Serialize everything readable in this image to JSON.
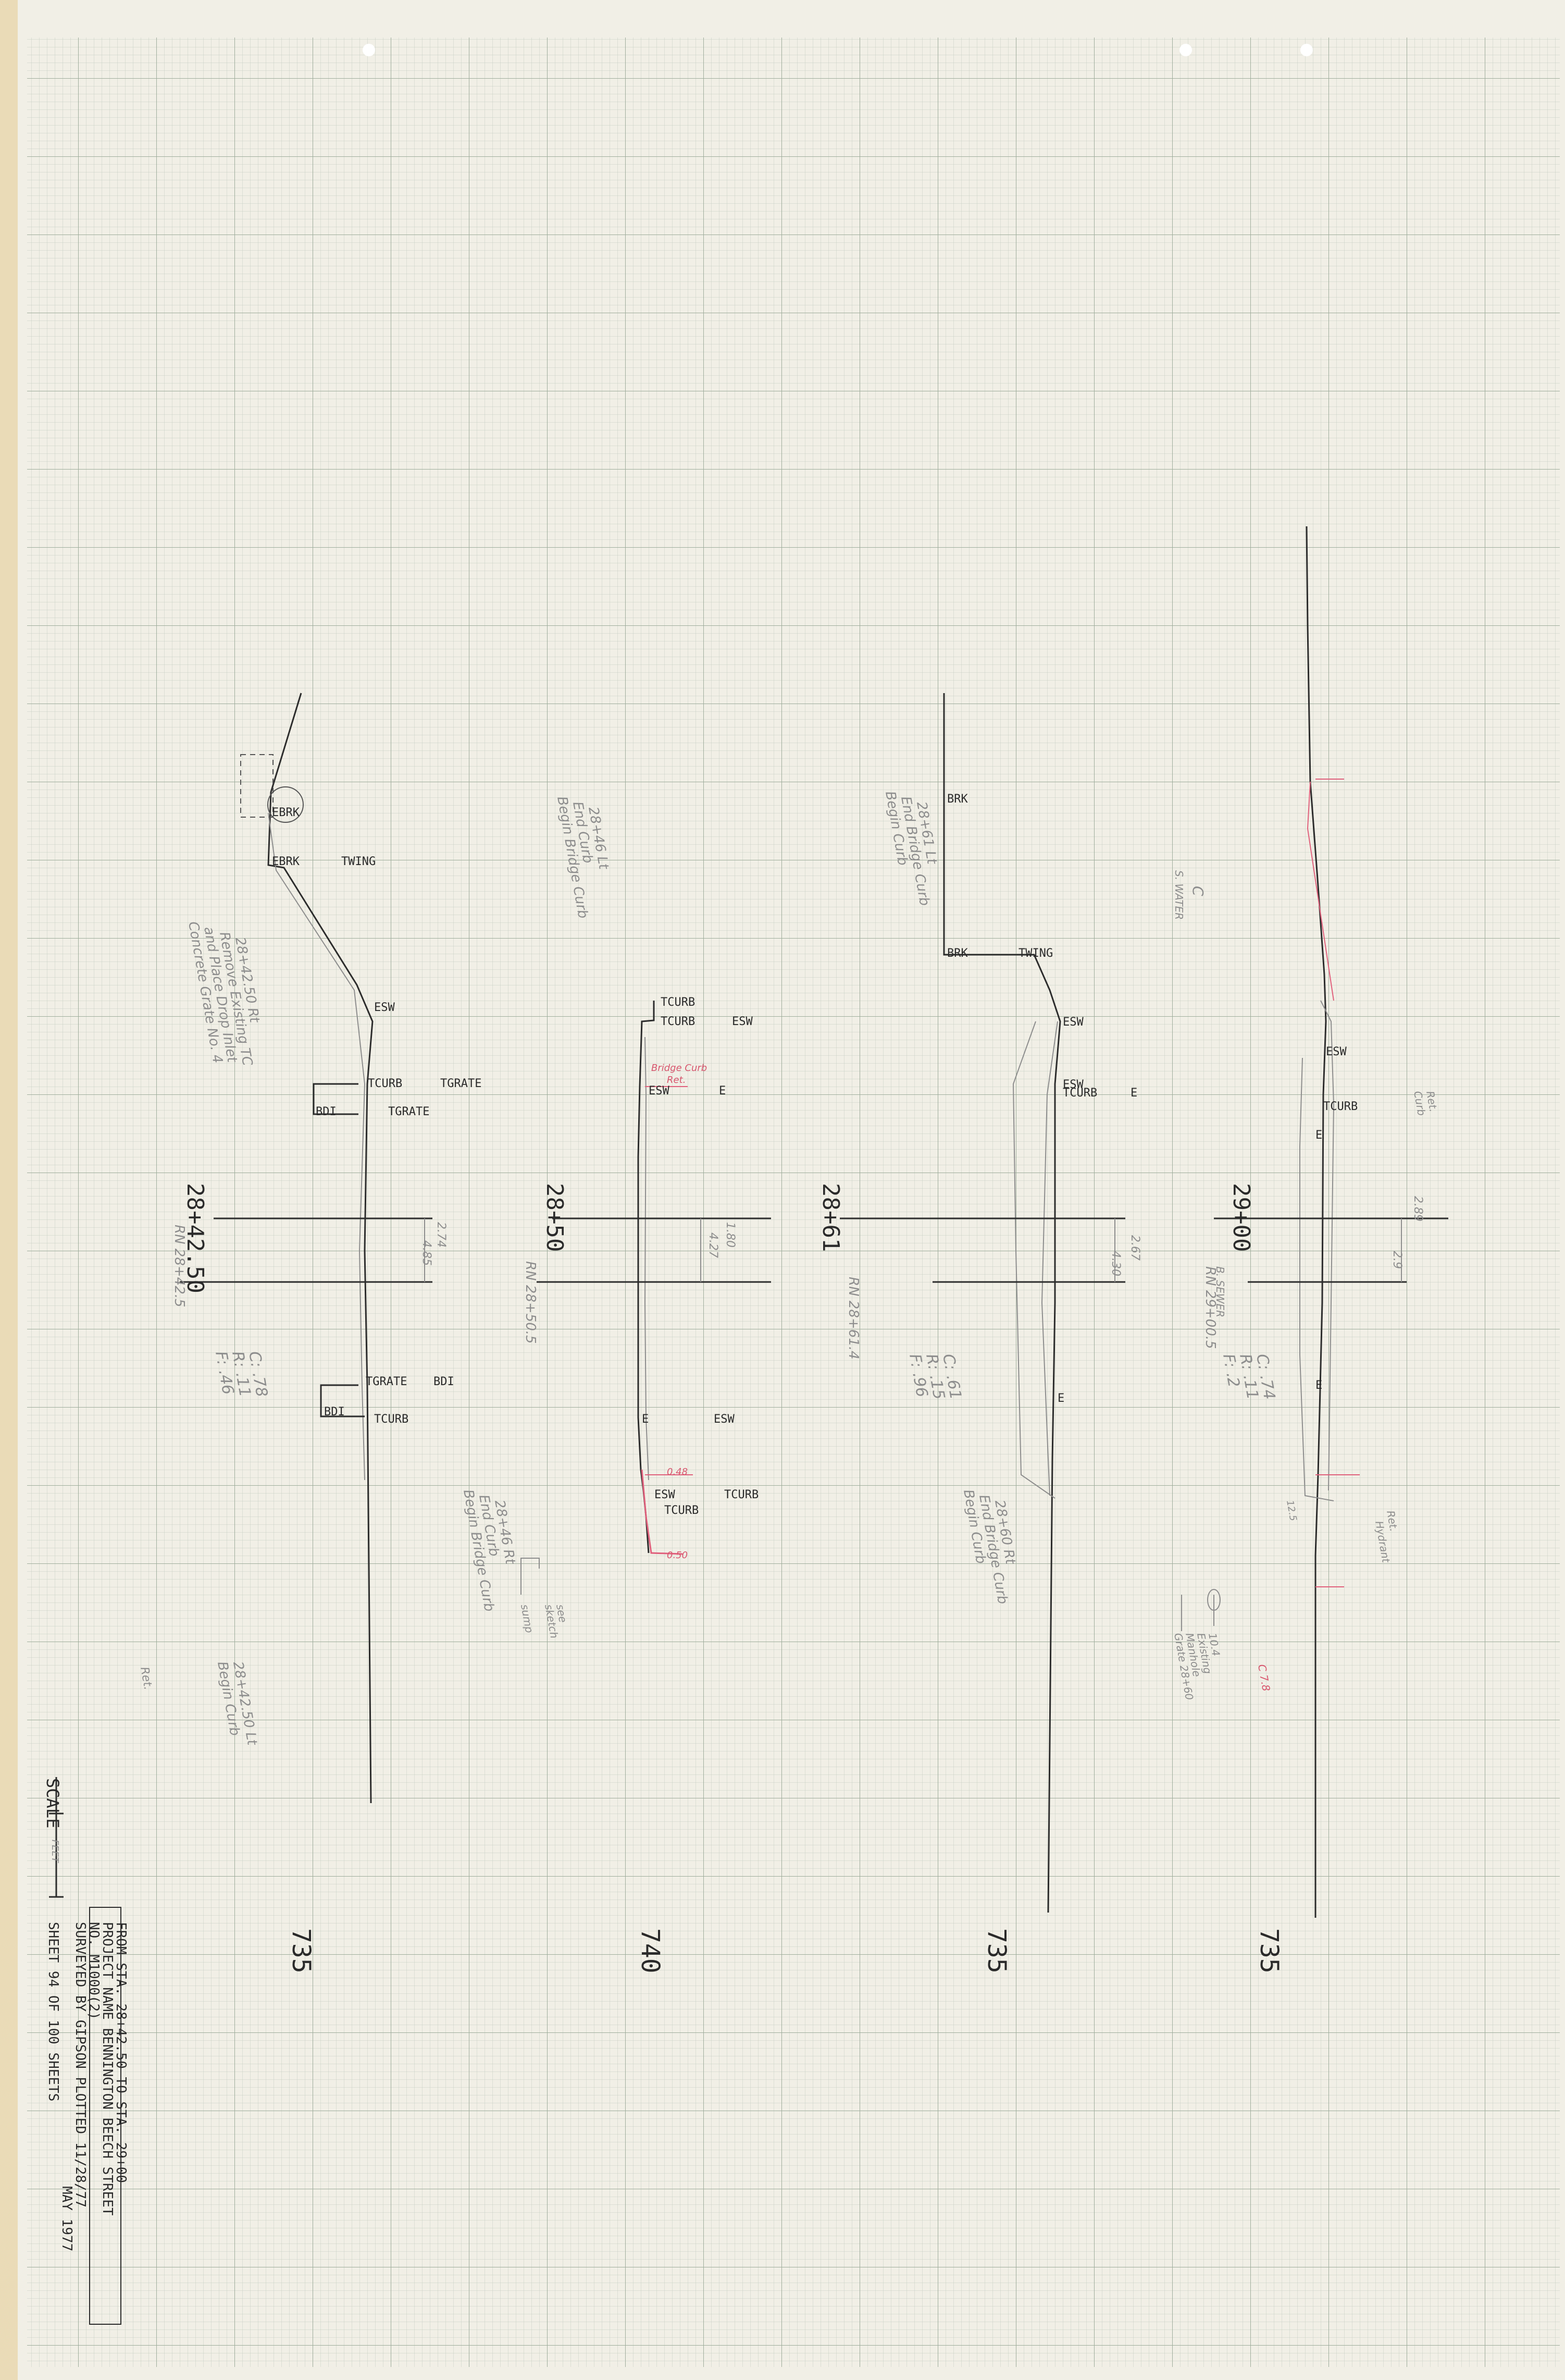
{
  "title_block": {
    "from_line": "FROM STA. 28+42.50   TO STA. 29+00",
    "project_line": "PROJECT NAME    BENNINGTON   BEECH STREET",
    "no_line": "NO.        M1000(2)",
    "surveyed_line": "SURVEYED BY    GIPSON      PLOTTED 11/28/77",
    "date_line": "MAY 1977",
    "sheet_line": "SHEET 94  OF 100  SHEETS"
  },
  "scale": {
    "label": "SCALE",
    "units": "FEET"
  },
  "sections": [
    {
      "station": "28+42.50",
      "elevation": "735",
      "sub_note": "RN 28+42.5",
      "cut_fill": [
        "C: .78",
        "R: .11",
        "F: .46"
      ],
      "dims": [
        "2.74",
        "4.85"
      ],
      "labels": [
        "EBRK",
        "EBRK",
        "TWING",
        "ESW",
        "TCURB",
        "TGRATE",
        "BDI",
        "TGRATE",
        "TGRATE",
        "BDI",
        "BDI",
        "TCURB"
      ],
      "hand_notes": [
        "28+42.50 Rt",
        "Remove Existing TC",
        "and Place Drop Inlet",
        "Concrete Grate No. 4",
        "28+42.50 Lt",
        "Begin Curb",
        "Ret."
      ]
    },
    {
      "station": "28+50",
      "elevation": "740",
      "sub_note": "RN 28+50.5",
      "dims": [
        "1.80",
        "4.27"
      ],
      "labels": [
        "TCURB",
        "TCURB",
        "ESW",
        "ESW",
        "E",
        "E",
        "ESW",
        "ESW",
        "TCURB",
        "TCURB"
      ],
      "hand_notes": [
        "28+46 Lt",
        "End Curb",
        "Begin Bridge Curb",
        "28+46 Rt",
        "End Curb",
        "Begin Bridge Curb",
        "see",
        "sketch",
        "sump"
      ],
      "red_notes": [
        "Bridge Curb",
        "Ret.",
        "0.48",
        "0.50"
      ]
    },
    {
      "station": "28+61",
      "elevation": "735",
      "sub_note": "RN 28+61.4",
      "cut_fill": [
        "C: .61",
        "R: .15",
        "F: .96"
      ],
      "dims": [
        "2.67",
        "4.30"
      ],
      "labels": [
        "BRK",
        "BRK",
        "TWING",
        "ESW",
        "ESW",
        "TCURB",
        "E",
        "E"
      ],
      "hand_notes": [
        "28+61 Lt",
        "End Bridge Curb",
        "Begin Curb",
        "28+60 Rt",
        "End Bridge Curb",
        "Begin Curb"
      ]
    },
    {
      "station": "29+00",
      "elevation": "735",
      "sub_note": "RN 29+00.5",
      "cut_fill": [
        "C: .74",
        "R: .11",
        "F: .2"
      ],
      "dims": [
        "2.89",
        "2.9"
      ],
      "labels": [
        "ESW",
        "TCURB",
        "E",
        "E"
      ],
      "hand_notes": [
        "C",
        "S. WATER",
        "B. SEWER",
        "10.4",
        "Existing",
        "Manhole",
        "Grate 28+60",
        "Ret.",
        "Curb",
        "Ret.",
        "Hydrant",
        "12.5"
      ],
      "red_notes": [
        "C 7.8"
      ]
    }
  ],
  "colors": {
    "paper": "#f1efe6",
    "grid": "#b7c1b3",
    "ink": "#2c2c2c",
    "pencil": "#8d8d8d",
    "red": "#d8566e"
  }
}
